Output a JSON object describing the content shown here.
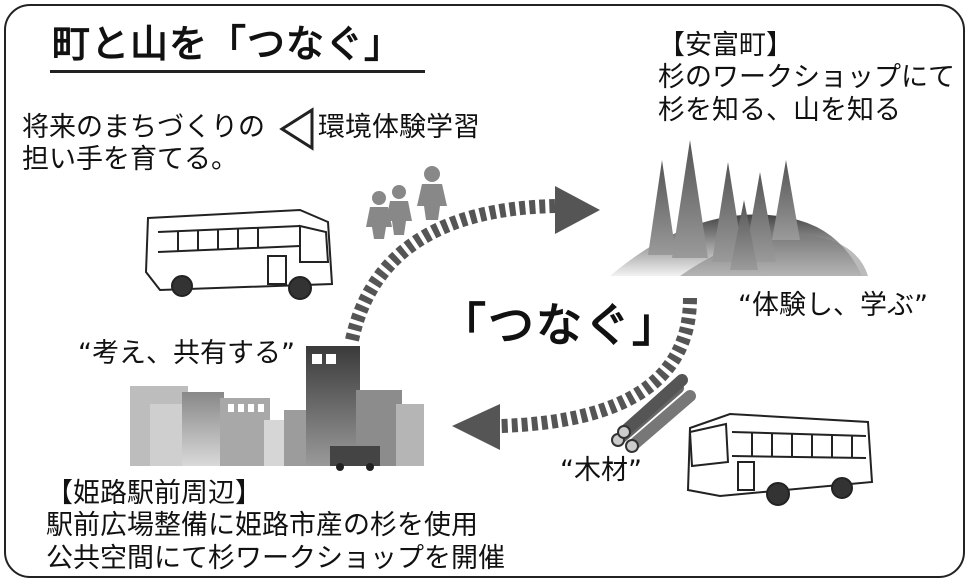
{
  "title": "町と山を「つなぐ」",
  "center_label": "「つなぐ」",
  "left_top_text": {
    "line1": "将来のまちづくりの",
    "line2": "担い手を育てる。",
    "arrow_label": "環境体験学習"
  },
  "yasutomi": {
    "heading": "【安富町】",
    "line1": "杉のワークショップにて",
    "line2": "杉を知る、山を知る"
  },
  "quotes": {
    "experience": "“体験し、学ぶ”",
    "think": "“考え、共有する”",
    "wood": "“木材”"
  },
  "himeji": {
    "heading": "【姫路駅前周辺】",
    "line1": "駅前広場整備に姫路市産の杉を使用",
    "line2": "公共空間にて杉ワークショップを開催"
  }
}
